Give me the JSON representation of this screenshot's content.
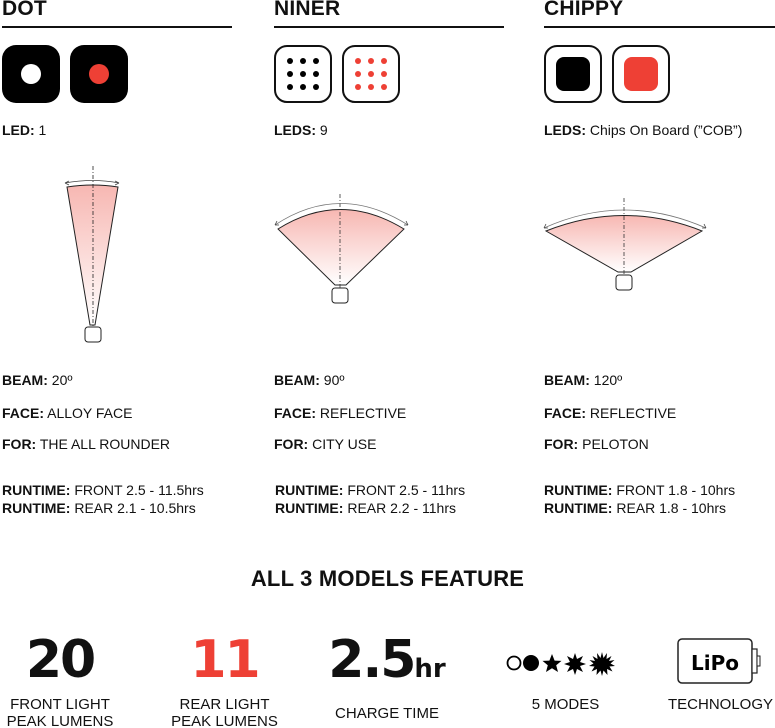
{
  "colors": {
    "accent_red": "#EE4035",
    "ink": "#111111",
    "beam_fill_top": "#F7B7B2",
    "beam_fill_bottom": "#FFFFFF"
  },
  "models": [
    {
      "name": "DOT",
      "icons": [
        "led-single-white-icon",
        "led-single-red-icon"
      ],
      "led_label": "LED:",
      "led_value": " 1",
      "beam_label": "BEAM:",
      "beam_value": " 20º",
      "face_label": "FACE:",
      "face_value": " ALLOY FACE",
      "for_label": "FOR:",
      "for_value": " THE ALL ROUNDER",
      "runtime_label": "RUNTIME:",
      "runtime_front": " FRONT 2.5 - 11.5hrs",
      "runtime_rear": " REAR 2.1 - 10.5hrs",
      "beam_angle": 20
    },
    {
      "name": "NINER",
      "icons": [
        "led-grid-black-icon",
        "led-grid-red-icon"
      ],
      "led_label": "LEDS:",
      "led_value": " 9",
      "beam_label": "BEAM:",
      "beam_value": " 90º",
      "face_label": "FACE:",
      "face_value": " REFLECTIVE",
      "for_label": "FOR:",
      "for_value": " CITY USE",
      "runtime_label": "RUNTIME:",
      "runtime_front": " FRONT 2.5 - 11hrs",
      "runtime_rear": " REAR 2.2 - 11hrs",
      "beam_angle": 90
    },
    {
      "name": "CHIPPY",
      "icons": [
        "cob-black-icon",
        "cob-red-icon"
      ],
      "led_label": "LEDS:",
      "led_value": " Chips On Board (”COB”)",
      "beam_label": "BEAM:",
      "beam_value": " 120º",
      "face_label": "FACE:",
      "face_value": " REFLECTIVE",
      "for_label": "FOR:",
      "for_value": " PELOTON",
      "runtime_label": "RUNTIME:",
      "runtime_front": " FRONT 1.8 - 10hrs",
      "runtime_rear": " REAR 1.8 - 10hrs",
      "beam_angle": 120
    }
  ],
  "features": {
    "title": "ALL 3 MODELS FEATURE",
    "items": [
      {
        "value": "20",
        "caption_1": "FRONT LIGHT",
        "caption_2": "PEAK LUMENS"
      },
      {
        "value": "11",
        "caption_1": "REAR LIGHT",
        "caption_2": "PEAK LUMENS"
      },
      {
        "value": "2.5",
        "unit": "hr",
        "caption_1": "CHARGE TIME"
      },
      {
        "icons": [
          "circle-outline-icon",
          "circle-filled-icon",
          "star-icon",
          "burst-8-icon",
          "burst-16-icon"
        ],
        "caption_1": "5 MODES"
      },
      {
        "battery_label": "LiPo",
        "caption_1": "TECHNOLOGY"
      }
    ]
  }
}
